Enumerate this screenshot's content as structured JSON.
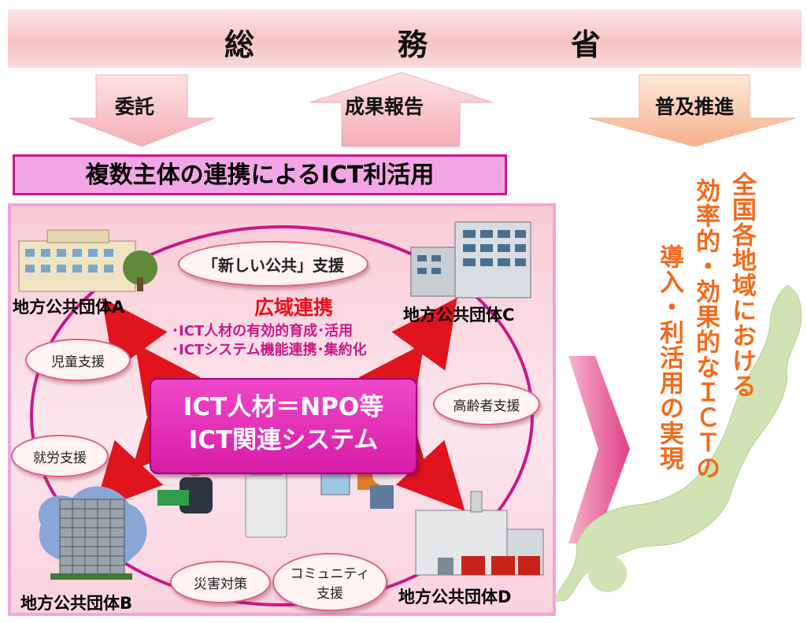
{
  "header": {
    "ministry_chars": [
      "総",
      "務",
      "省"
    ]
  },
  "arrows": {
    "commission": "委託",
    "report": "成果報告",
    "promotion": "普及推進"
  },
  "main": {
    "title": "複数主体の連携によるICT利活用",
    "orgs": {
      "a": "地方公共団体A",
      "b": "地方公共団体B",
      "c": "地方公共団体C",
      "d": "地方公共団体D"
    },
    "services": {
      "new_public": "「新しい公共」支援",
      "child": "児童支援",
      "elderly": "高齢者支援",
      "employment": "就労支援",
      "disaster": "災害対策",
      "community_1": "コミュニティ",
      "community_2": "支援"
    },
    "wide_area": {
      "title": "広域連携",
      "bullet_1": "･ICT人材の有効的育成･活用",
      "bullet_2": "･ICTシステム機能連携･集約化"
    },
    "center": {
      "line_1": "ICT人材＝NPO等",
      "line_2": "ICT関連システム"
    }
  },
  "outcome": {
    "line_1": "全国各地域における",
    "line_2": "効率的・効果的なＩＣＴの",
    "line_3": "導入・利活用の実現"
  },
  "colors": {
    "banner": "#f7c2c2",
    "title_bar": "#f3a6e6",
    "title_border": "#c8188a",
    "center_box": "#d81ca8",
    "arrow_red": "#e0141c",
    "outcome_text": "#f26a1a",
    "wide_area_title": "#e8101c",
    "bullet_text": "#c8188a",
    "japan_map": "#cfe3b3"
  }
}
